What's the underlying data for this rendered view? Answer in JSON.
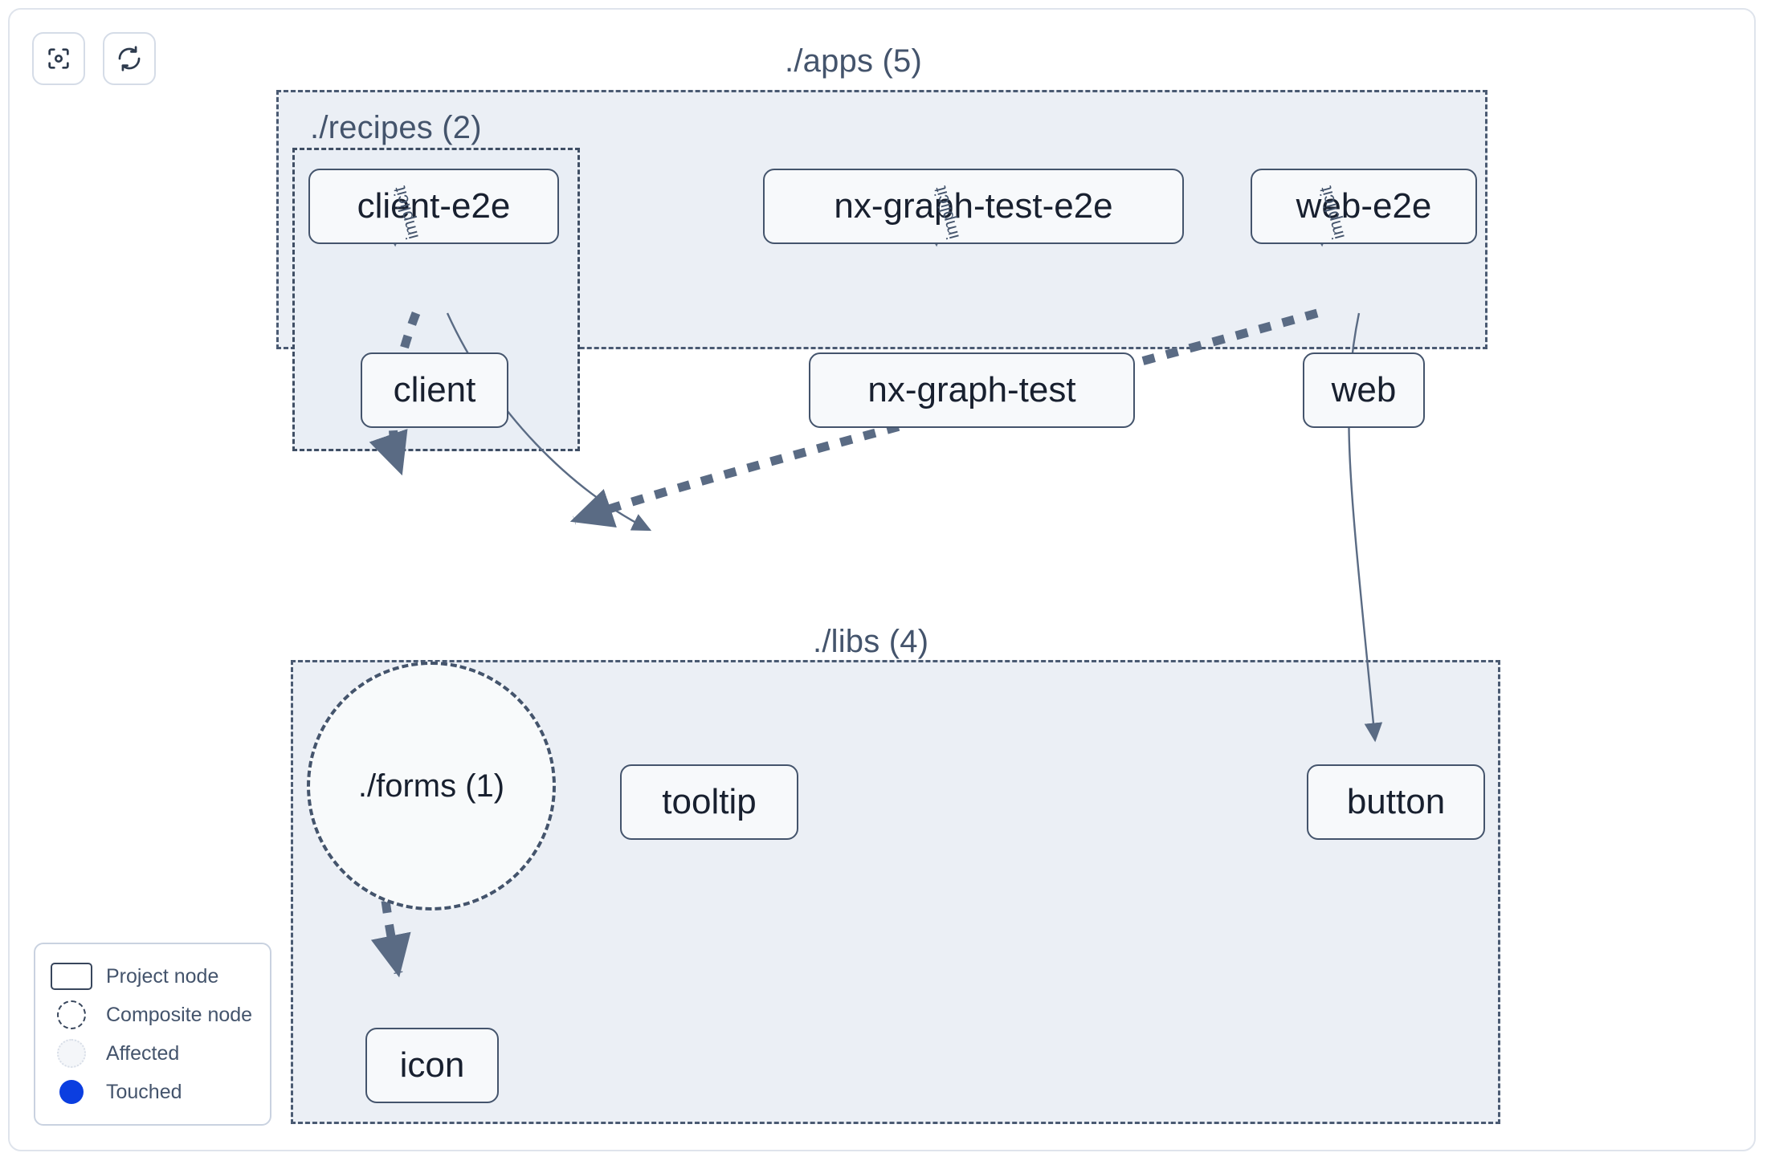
{
  "toolbar": {
    "buttons": [
      {
        "name": "focus-graph-button",
        "icon": "focus-target-icon",
        "label": "Focus graph"
      },
      {
        "name": "refresh-graph-button",
        "icon": "refresh-icon",
        "label": "Refresh graph"
      }
    ]
  },
  "graph": {
    "groups": [
      {
        "id": "apps",
        "title": "./apps (5)"
      },
      {
        "id": "recipes",
        "title": "./recipes (2)"
      },
      {
        "id": "libs",
        "title": "./libs (4)"
      }
    ],
    "nodes": [
      {
        "id": "client-e2e",
        "label": "client-e2e",
        "type": "project"
      },
      {
        "id": "nx-graph-test-e2e",
        "label": "nx-graph-test-e2e",
        "type": "project"
      },
      {
        "id": "web-e2e",
        "label": "web-e2e",
        "type": "project"
      },
      {
        "id": "client",
        "label": "client",
        "type": "project"
      },
      {
        "id": "nx-graph-test",
        "label": "nx-graph-test",
        "type": "project"
      },
      {
        "id": "web",
        "label": "web",
        "type": "project"
      },
      {
        "id": "forms",
        "label": "./forms (1)",
        "type": "composite"
      },
      {
        "id": "tooltip",
        "label": "tooltip",
        "type": "project"
      },
      {
        "id": "button",
        "label": "button",
        "type": "project"
      },
      {
        "id": "icon",
        "label": "icon",
        "type": "project"
      }
    ],
    "edges": [
      {
        "from": "client-e2e",
        "to": "client",
        "label": "implicit",
        "style": "solid"
      },
      {
        "from": "nx-graph-test-e2e",
        "to": "nx-graph-test",
        "label": "implicit",
        "style": "solid"
      },
      {
        "from": "web-e2e",
        "to": "web",
        "label": "implicit",
        "style": "solid"
      },
      {
        "from": "client",
        "to": "forms",
        "label": "",
        "style": "dashed-thick"
      },
      {
        "from": "client",
        "to": "tooltip",
        "label": "",
        "style": "solid"
      },
      {
        "from": "web",
        "to": "forms",
        "label": "",
        "style": "dashed-thick"
      },
      {
        "from": "web",
        "to": "button",
        "label": "",
        "style": "solid"
      },
      {
        "from": "forms",
        "to": "icon",
        "label": "",
        "style": "dashed-thick"
      }
    ],
    "edge_labels": [
      {
        "id": "implicit-1",
        "text": "implicit"
      },
      {
        "id": "implicit-2",
        "text": "implicit"
      },
      {
        "id": "implicit-3",
        "text": "implicit"
      }
    ]
  },
  "legend": {
    "items": [
      {
        "glyph": "project-node-glyph",
        "label": "Project node"
      },
      {
        "glyph": "composite-node-glyph",
        "label": "Composite node"
      },
      {
        "glyph": "affected-node-glyph",
        "label": "Affected"
      },
      {
        "glyph": "touched-node-glyph",
        "label": "Touched"
      }
    ]
  },
  "colors": {
    "group_fill": "#ebeff5",
    "group_border": "#4a5a72",
    "node_fill": "#f7f9fb",
    "node_border": "#44546c",
    "node_text": "#18202f",
    "edge": "#5a6b84",
    "touched": "#0b3ee0",
    "card_border": "#dfe4ec"
  }
}
